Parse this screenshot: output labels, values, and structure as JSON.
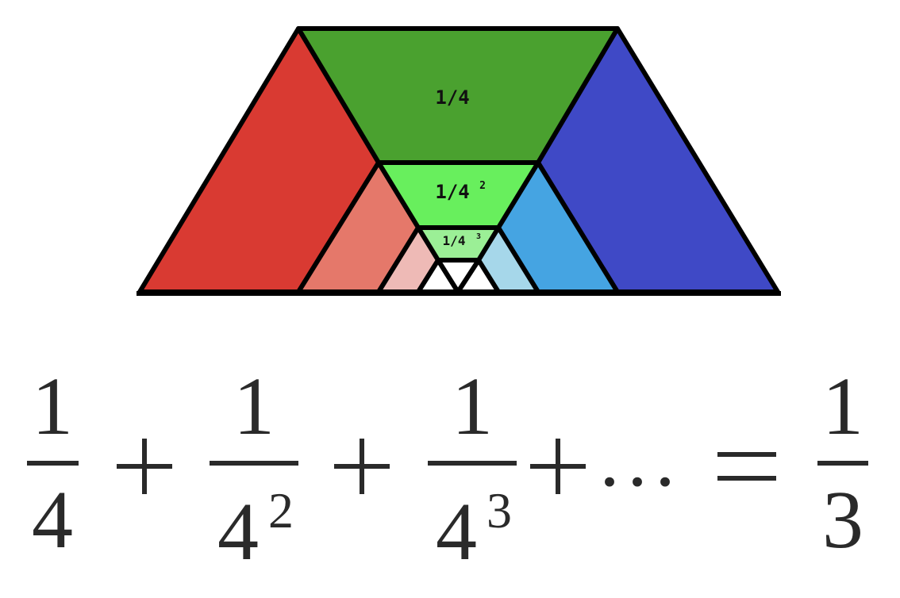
{
  "diagram": {
    "labels": [
      "1/4",
      "1/4",
      "1/4"
    ],
    "exponents": [
      "",
      "2",
      "3"
    ],
    "colors": {
      "red": "#d93a32",
      "salmon": "#e5786a",
      "pink": "#eebab6",
      "green": "#4aa12f",
      "light_green": "#68ef5d",
      "pale_green": "#9bef96",
      "blue": "#3f49c6",
      "light_blue": "#45a4e2",
      "pale_blue": "#a6d7ea",
      "white": "#ffffff"
    }
  },
  "equation": {
    "term1": {
      "numerator": "1",
      "denominator": "4",
      "exponent": ""
    },
    "term2": {
      "numerator": "1",
      "denominator": "4",
      "exponent": "2"
    },
    "term3": {
      "numerator": "1",
      "denominator": "4",
      "exponent": "3"
    },
    "plus": "+",
    "ellipsis": "...",
    "equals": "=",
    "result": {
      "numerator": "1",
      "denominator": "3"
    }
  }
}
